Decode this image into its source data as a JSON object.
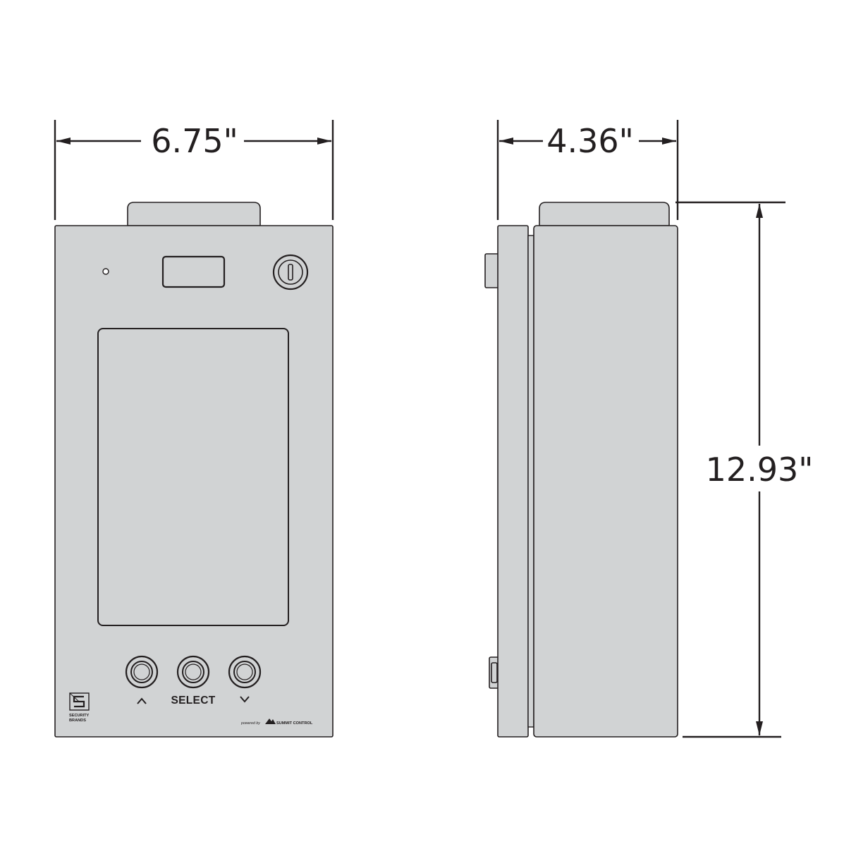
{
  "dimensions": {
    "front_width": "6.75\"",
    "side_depth": "4.36\"",
    "height": "12.93\""
  },
  "front_panel": {
    "buttons": {
      "up_symbol": "^",
      "select_label": "SELECT",
      "down_symbol": "v"
    },
    "logo": {
      "line1": "SECURITY",
      "line2": "BRANDS"
    },
    "branding": {
      "powered_by": "powered by",
      "company": "SUMMIT CONTROL"
    }
  },
  "colors": {
    "body": "#d1d3d4",
    "outline": "#231f20",
    "background": "#ffffff"
  }
}
